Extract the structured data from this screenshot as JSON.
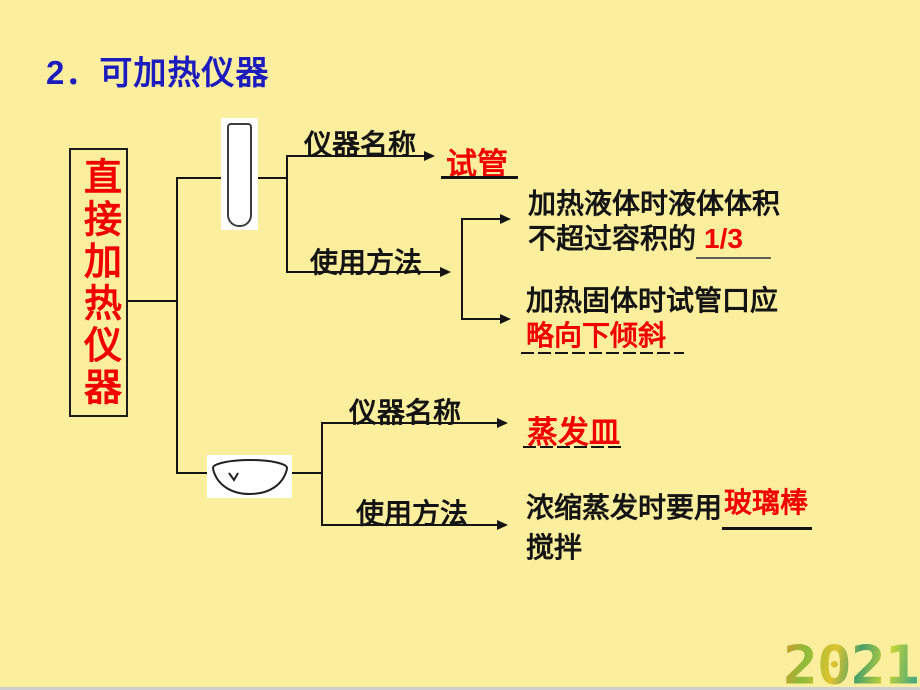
{
  "slide": {
    "title": "2．可加热仪器",
    "root": {
      "label": "直接加热仪器"
    },
    "tube_branch": {
      "instrument_label": "仪器名称",
      "instrument_answer": "试管",
      "usage_label": "使用方法",
      "usage1_line1": "加热液体时液体体积",
      "usage1_line2": "不超过容积的",
      "usage1_answer": "1/3",
      "usage2_line1": "加热固体时试管口应",
      "usage2_answer": "略向下倾斜"
    },
    "dish_branch": {
      "instrument_label": "仪器名称",
      "instrument_answer": "蒸发皿",
      "usage_label": "使用方法",
      "usage_text": "浓缩蒸发时要用",
      "usage_answer": "玻璃棒",
      "usage_suffix": "搅拌"
    },
    "watermark": "2021",
    "colors": {
      "background": "#FBEF9D",
      "title_blue": "#1B1BBE",
      "answer_red": "#F20000",
      "line_dark": "#141414"
    },
    "icons": {
      "test_tube": "test-tube-icon",
      "evaporating_dish": "evaporating-dish-icon"
    }
  }
}
